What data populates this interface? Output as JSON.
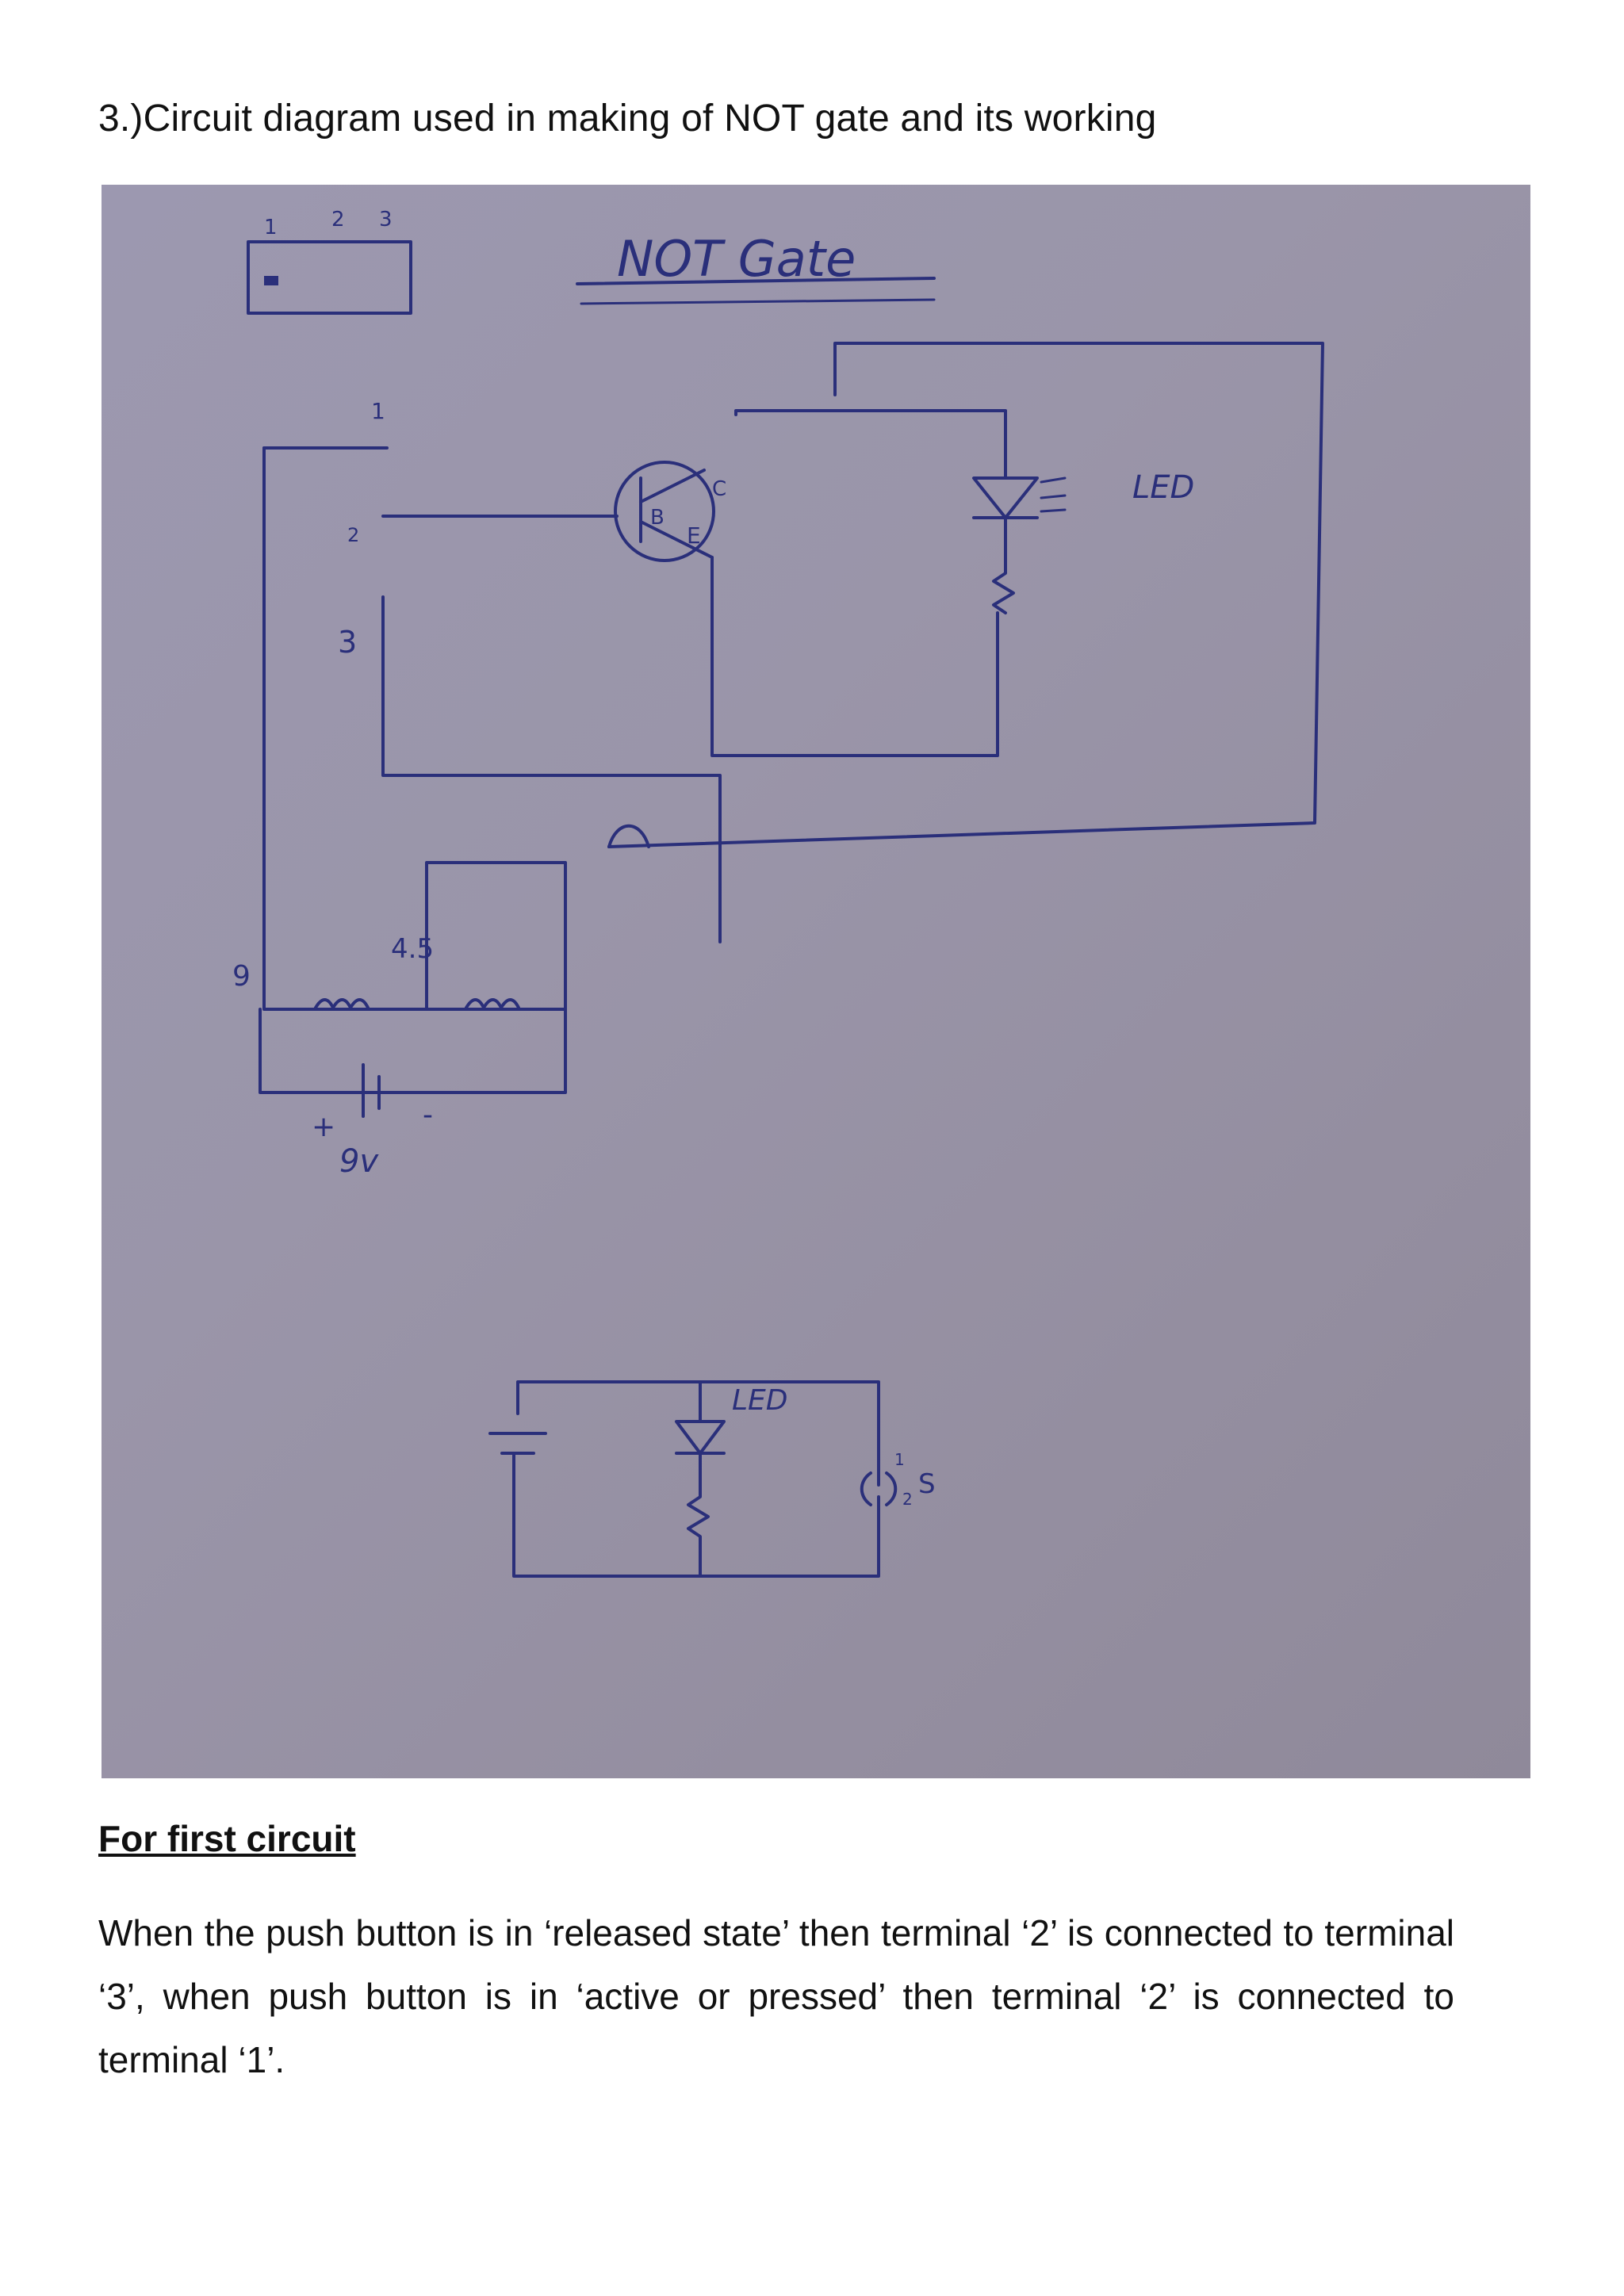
{
  "heading": "3.)Circuit diagram used in making of NOT gate and its working",
  "figure": {
    "title": "NOT Gate",
    "labels": {
      "led_top": "LED",
      "led_bottom": "LED",
      "battery": "9v",
      "resistor_value": "4.5",
      "node_9": "9",
      "terminal_1": "1",
      "terminal_2": "2",
      "terminal_3": "3",
      "switch_top_1": "1",
      "switch_top_2": "2",
      "switch_top_3": "3",
      "transistor_b": "B",
      "transistor_c": "C",
      "transistor_e": "E",
      "plus": "+",
      "minus": "-",
      "switch_s": "S",
      "switch_1": "1",
      "switch_2": "2"
    }
  },
  "section": {
    "title": "For first circuit",
    "paragraph": "When the push button is in ‘released state’ then terminal ‘2’ is connected to terminal ‘3’, when push button is in ‘active or pressed’ then terminal ‘2’ is connected to terminal ‘1’."
  }
}
